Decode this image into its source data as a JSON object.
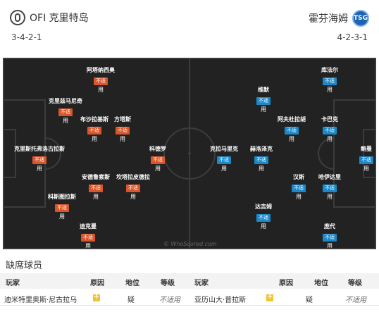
{
  "home": {
    "name": "OFI 克里特岛",
    "formation": "3-4-2-1",
    "logo": "ofi-crest-icon"
  },
  "away": {
    "name": "霍芬海姆",
    "formation": "4-2-3-1",
    "logo": "tsg-crest-icon"
  },
  "watermark": "© WhoScored.com",
  "home_players": [
    {
      "name": "阿塔纳西奥",
      "status": "不适",
      "note": "用"
    },
    {
      "name": "克里兹马尼奇",
      "status": "不适",
      "note": "用"
    },
    {
      "name": "布沙拉基斯",
      "status": "不适",
      "note": "用"
    },
    {
      "name": "方塔斯",
      "status": "不适",
      "note": "用"
    },
    {
      "name": "克里斯托弗洛古拉斯",
      "status": "不适",
      "note": "用"
    },
    {
      "name": "科德罗",
      "status": "不适",
      "note": "用"
    },
    {
      "name": "安德鲁索斯",
      "status": "不适",
      "note": "用"
    },
    {
      "name": "坎塔拉皮德拉",
      "status": "不适",
      "note": "用"
    },
    {
      "name": "科斯图拉斯",
      "status": "不适",
      "note": "用"
    },
    {
      "name": "迪克曼",
      "status": "不适",
      "note": "用"
    }
  ],
  "away_players": [
    {
      "name": "库法尔",
      "status": "不适",
      "note": "用"
    },
    {
      "name": "维默",
      "status": "不适",
      "note": "用"
    },
    {
      "name": "阿夫杜拉胡",
      "status": "不适",
      "note": "用"
    },
    {
      "name": "卡巴克",
      "status": "不适",
      "note": "用"
    },
    {
      "name": "克拉马里克",
      "status": "不适",
      "note": "用"
    },
    {
      "name": "赫洛泽克",
      "status": "不适",
      "note": "用"
    },
    {
      "name": "鲍曼",
      "status": "不适",
      "note": "用"
    },
    {
      "name": "汉斯",
      "status": "不适",
      "note": "用"
    },
    {
      "name": "哈伊达里",
      "status": "不适",
      "note": "用"
    },
    {
      "name": "达吉姆",
      "status": "不适",
      "note": "用"
    },
    {
      "name": "庞代",
      "status": "不适",
      "note": "用"
    }
  ],
  "missing": {
    "title": "缺席球员",
    "headers": {
      "player": "玩家",
      "reason": "原因",
      "position": "地位",
      "level": "等级"
    },
    "home": {
      "player": "迪米特里奥斯·尼古拉乌",
      "reason_icon": "injury-icon",
      "position": "疑",
      "level": "不适用"
    },
    "away": {
      "player": "亚历山大·普拉斯",
      "reason_icon": "injury-icon",
      "position": "疑",
      "level": "不适用"
    }
  },
  "colors": {
    "home_badge": "#d9562a",
    "away_badge": "#1b89c9",
    "pitch": "#222222"
  }
}
